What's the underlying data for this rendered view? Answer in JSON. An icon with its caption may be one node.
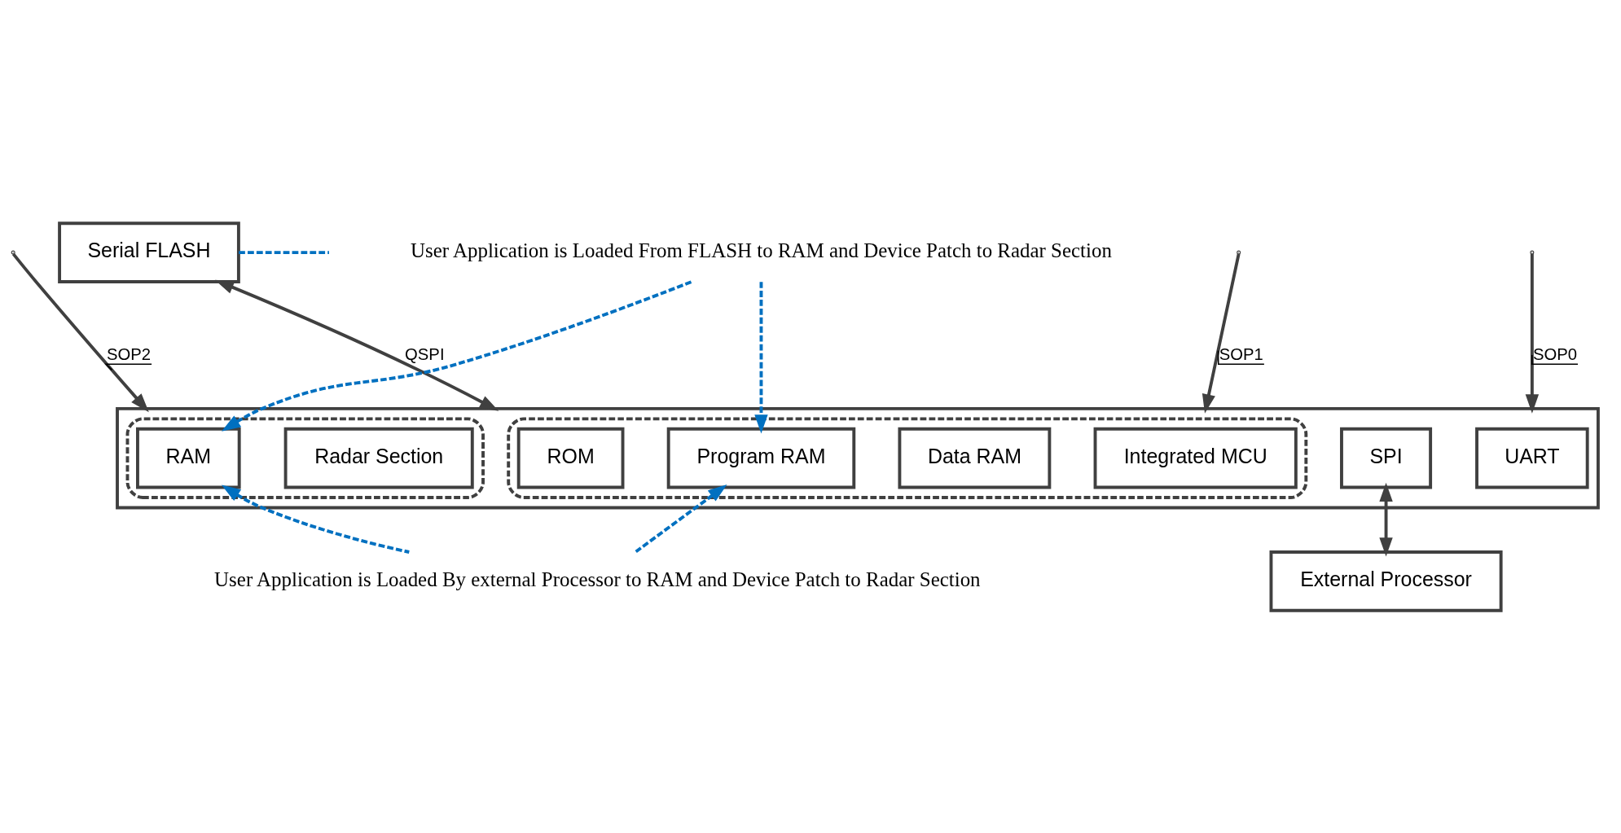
{
  "diagram": {
    "nodes": [
      {
        "text": [],
        "shape": "box"
      },
      {
        "text": [],
        "shape": "box",
        "in": 0
      },
      {
        "text": [
          "Radar Section"
        ],
        "in": 1
      },
      {
        "text": [
          "RAM"
        ],
        "in": 1
      },
      {
        "text": [],
        "shape": "box",
        "in": 0
      },
      {
        "text": [
          "ROM"
        ],
        "in": 4
      },
      {
        "text": [
          "Data RAM"
        ],
        "in": 4
      },
      {
        "text": [
          "Program RAM"
        ],
        "in": 4
      },
      {
        "text": [
          "Integrated MCU"
        ],
        "in": 4
      },
      {
        "text": [
          "UART"
        ],
        "in": 0
      },
      {
        "text": [
          "SPI"
        ],
        "in": 0
      },
      {
        "text": [
          "Serial FLASH"
        ]
      },
      {
        "text": [
          "External Processor"
        ]
      },
      {
        "text": [
          "User Application is Loaded From FLASH to RAM and Device Patch to Radar Section"
        ]
      },
      {
        "text": [
          "User Application is Loaded By external Processor to RAM and Device Patch to Radar Section"
        ]
      }
    ],
    "edges": [
      {
        "from": null,
        "to": 0,
        "arrow": "to",
        "label": "SOP2"
      },
      {
        "from": null,
        "to": 0,
        "arrow": "to",
        "label": "SOP1"
      },
      {
        "from": null,
        "to": 0,
        "arrow": "to",
        "label": "SOP0"
      },
      {
        "from": 11,
        "to": 0,
        "arrow": "both",
        "label": "QSPI"
      },
      {
        "from": 10,
        "to": 12,
        "arrow": "both"
      },
      {
        "from": 11,
        "to": 13,
        "arrow": "none",
        "style": "dashed",
        "color": "#0070c0"
      },
      {
        "from": 13,
        "to": 3,
        "arrow": "to",
        "style": "dashed",
        "color": "#0070c0"
      },
      {
        "from": 13,
        "to": 7,
        "arrow": "to",
        "style": "dashed",
        "color": "#0070c0"
      },
      {
        "from": 14,
        "to": 3,
        "arrow": "to",
        "style": "dashed",
        "color": "#0070c0"
      },
      {
        "from": 14,
        "to": 7,
        "arrow": "to",
        "style": "dashed",
        "color": "#0070c0"
      }
    ]
  }
}
